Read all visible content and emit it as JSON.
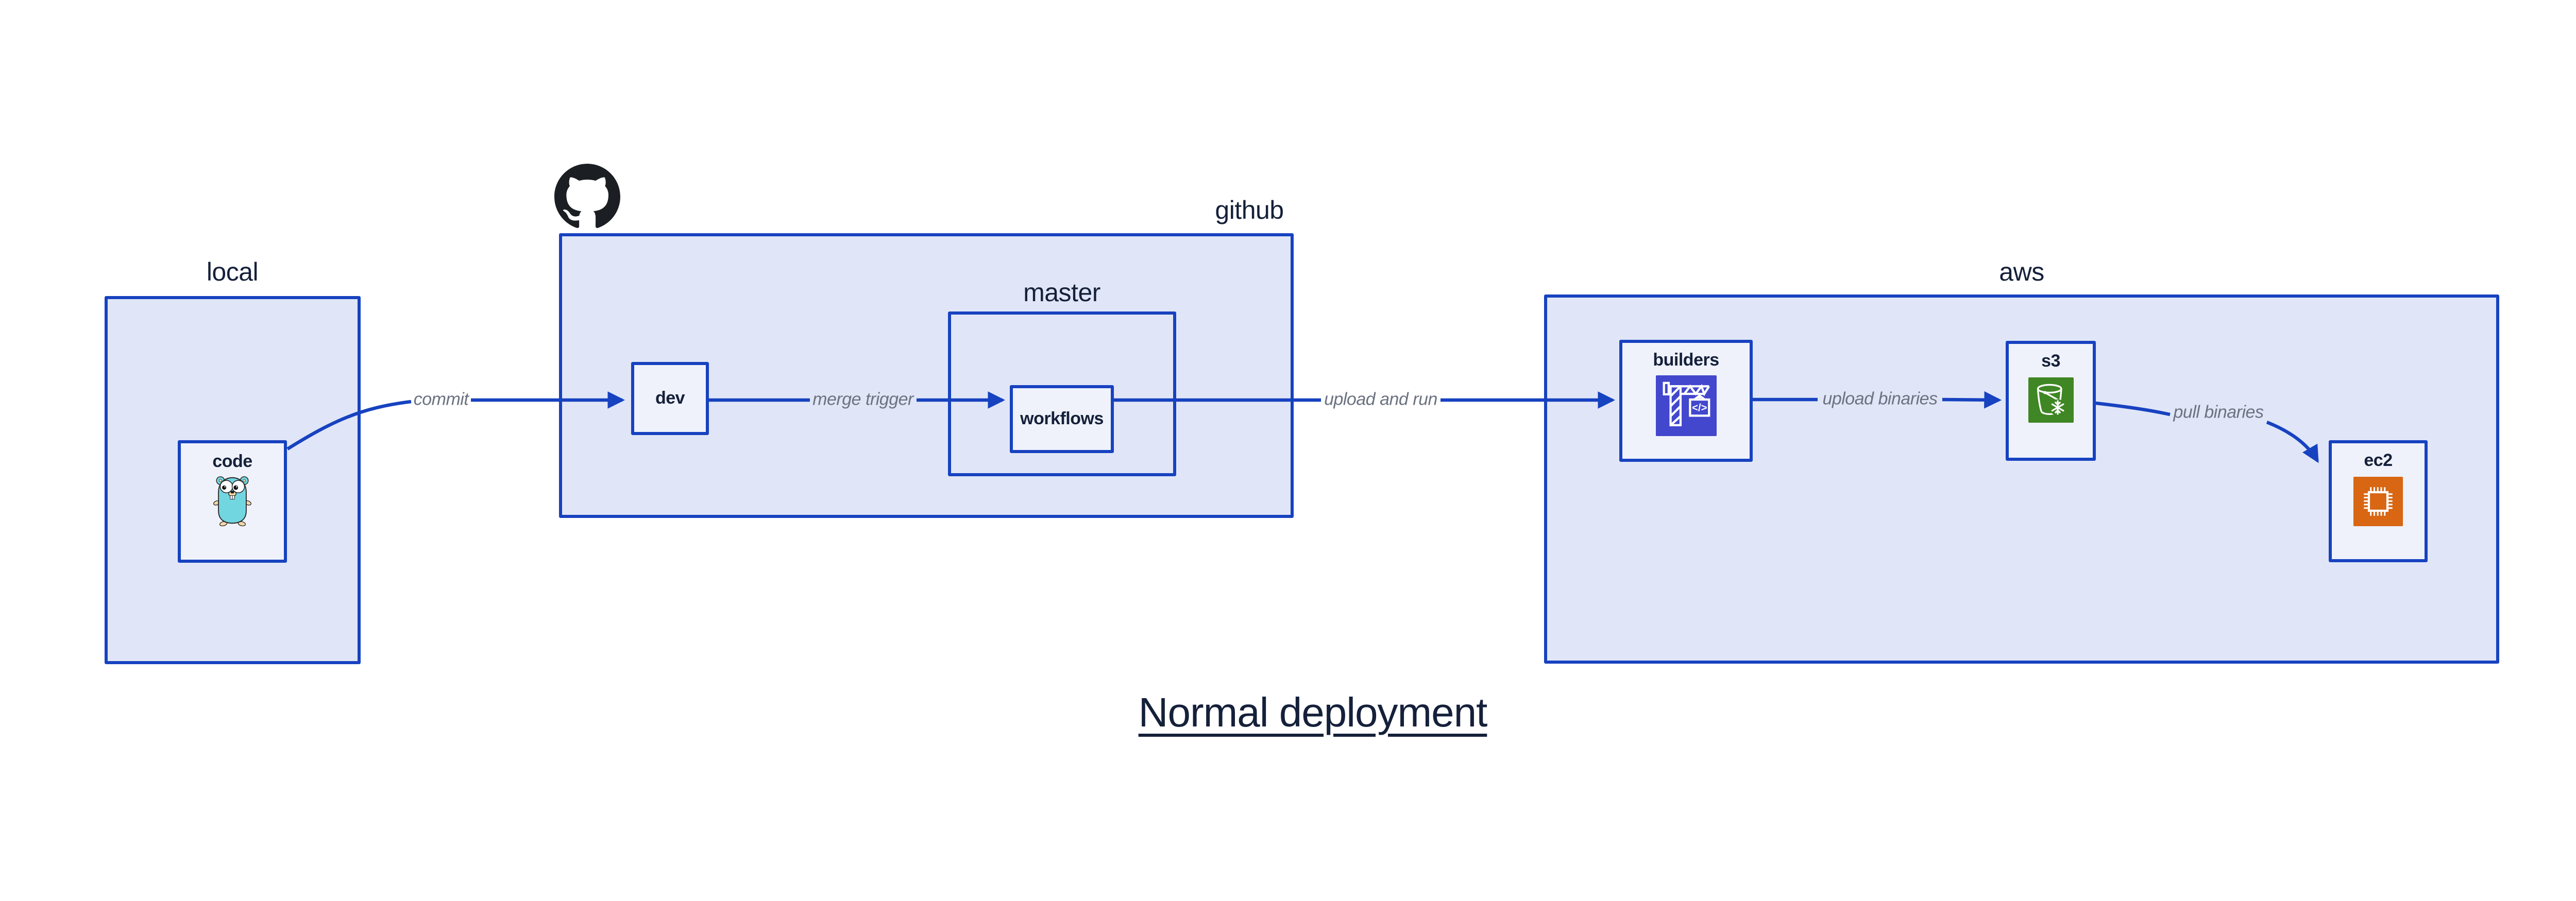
{
  "title": "Normal deployment",
  "colors": {
    "accent": "#1742c0",
    "container-fill": "#e0e6f7",
    "node-fill": "#eff2fb",
    "label-gray": "#6b7280",
    "text-dark": "#15203a",
    "codebuild-blue": "#4247cd",
    "s3-green": "#3f8624",
    "ec2-orange": "#d86613",
    "gopher-teal": "#72d6e1",
    "gopher-skin": "#f3d7a7",
    "github-black": "#1b1f23"
  },
  "containers": {
    "local": {
      "label": "local"
    },
    "github": {
      "label": "github"
    },
    "master": {
      "label": "master"
    },
    "aws": {
      "label": "aws"
    }
  },
  "nodes": {
    "code": {
      "label": "code",
      "icon": "go-gopher-icon"
    },
    "dev": {
      "label": "dev"
    },
    "workflows": {
      "label": "workflows"
    },
    "builders": {
      "label": "builders",
      "icon": "aws-codebuild-icon"
    },
    "s3": {
      "label": "s3",
      "icon": "aws-s3-glacier-bucket-icon"
    },
    "ec2": {
      "label": "ec2",
      "icon": "aws-ec2-chip-icon"
    }
  },
  "edges": {
    "commit": {
      "label": "commit"
    },
    "merge_trigger": {
      "label": "merge trigger"
    },
    "upload_and_run": {
      "label": "upload and run"
    },
    "upload_binaries": {
      "label": "upload binaries"
    },
    "pull_binaries": {
      "label": "pull binaries"
    }
  },
  "logo": {
    "name": "github-octocat-logo"
  },
  "codebuild_glyph_text": "</>"
}
